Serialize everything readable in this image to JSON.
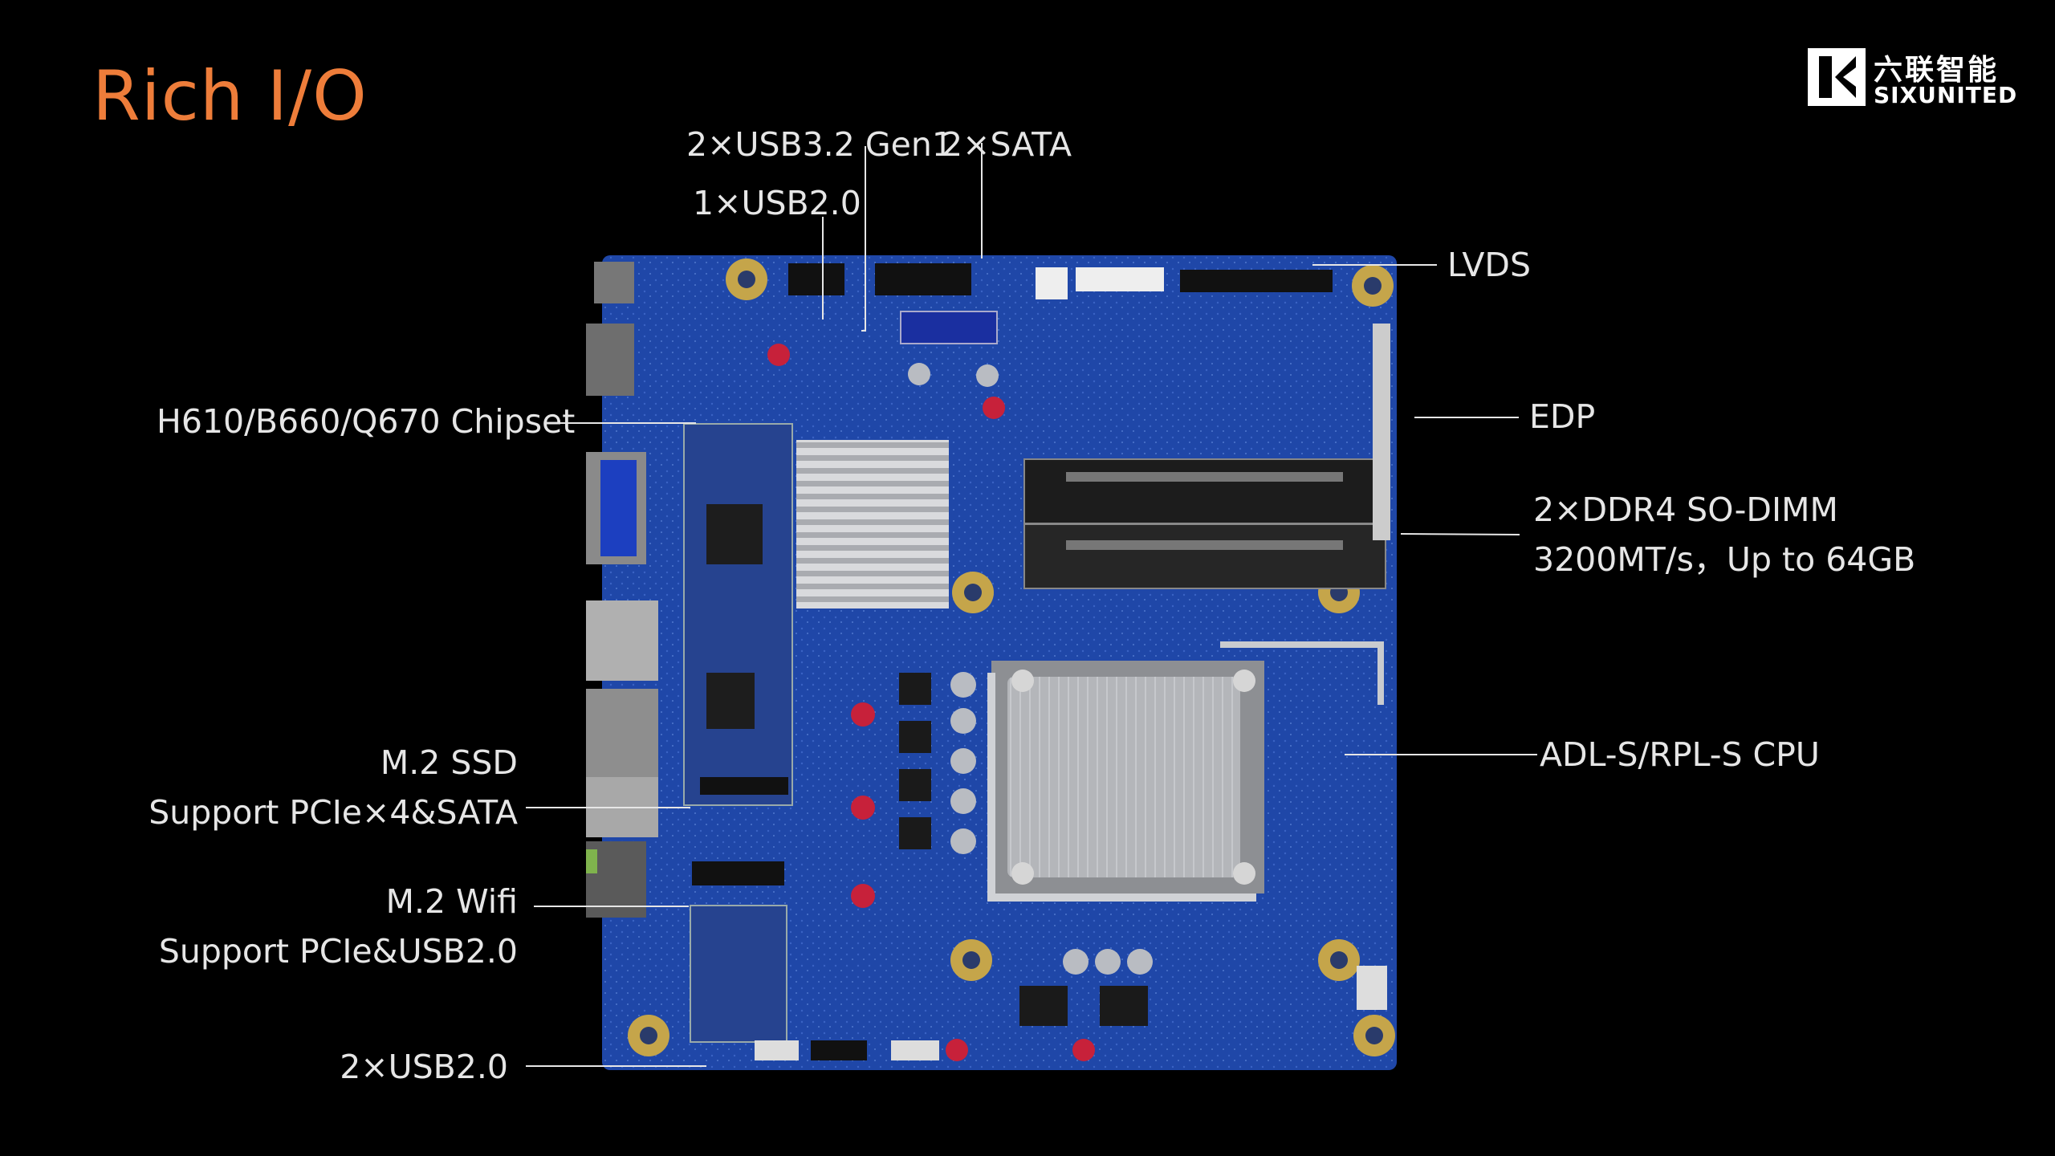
{
  "slide": {
    "title": "Rich I/O",
    "logo": {
      "cn": "六联智能",
      "en": "SIXUNITED"
    }
  },
  "callouts": {
    "usb32_gen1": "2×USB3.2 Gen1",
    "sata": "2×SATA",
    "usb20_top": "1×USB2.0",
    "lvds": "LVDS",
    "edp": "EDP",
    "chipset": "H610/B660/Q670 Chipset",
    "ddr4_line1": "2×DDR4 SO-DIMM",
    "ddr4_line2": "3200MT/s，Up to 64GB",
    "cpu": "ADL-S/RPL-S CPU",
    "ssd_line1": "M.2 SSD",
    "ssd_line2": "Support PCIe×4&SATA",
    "wifi_line1": "M.2 Wifi",
    "wifi_line2": "Support PCIe&USB2.0",
    "usb20_bottom": "2×USB2.0"
  },
  "colors": {
    "title": "#ee7d3a",
    "pcb": "#1f47a8",
    "background": "#000000"
  }
}
